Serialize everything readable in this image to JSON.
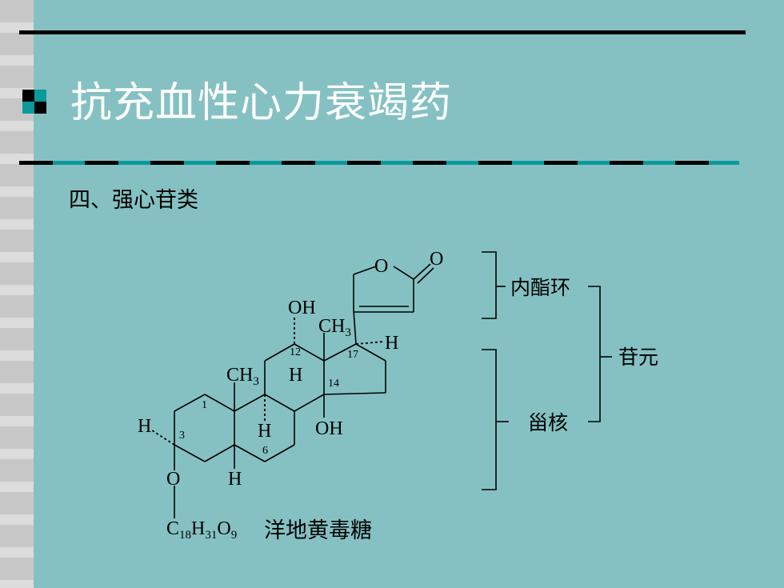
{
  "title": "抗充血性心力衰竭药",
  "subtitle": "四、强心苷类",
  "diagram": {
    "atoms": {
      "o_ring": "O",
      "o_carbonyl": "O",
      "oh_12": "OH",
      "ch3_13": "CH",
      "ch3_13_sub": "3",
      "h_17": "H",
      "ch3_10": "CH",
      "ch3_10_sub": "3",
      "h_9": "H",
      "h_8": "H",
      "oh_14": "OH",
      "h_3": "H",
      "o_3": "O",
      "h_5": "H"
    },
    "positions": {
      "c1": "1",
      "c3": "3",
      "c6": "6",
      "c12": "12",
      "c14": "14",
      "c17": "17"
    },
    "sugar": {
      "c": "C",
      "c_sub": "18",
      "h": "H",
      "h_sub": "31",
      "o": "O",
      "o_sub": "9",
      "name": "洋地黄毒糖"
    },
    "labels": {
      "lactone_ring": "内酯环",
      "aglycone": "苷元",
      "steroid_nucleus": "甾核"
    }
  }
}
